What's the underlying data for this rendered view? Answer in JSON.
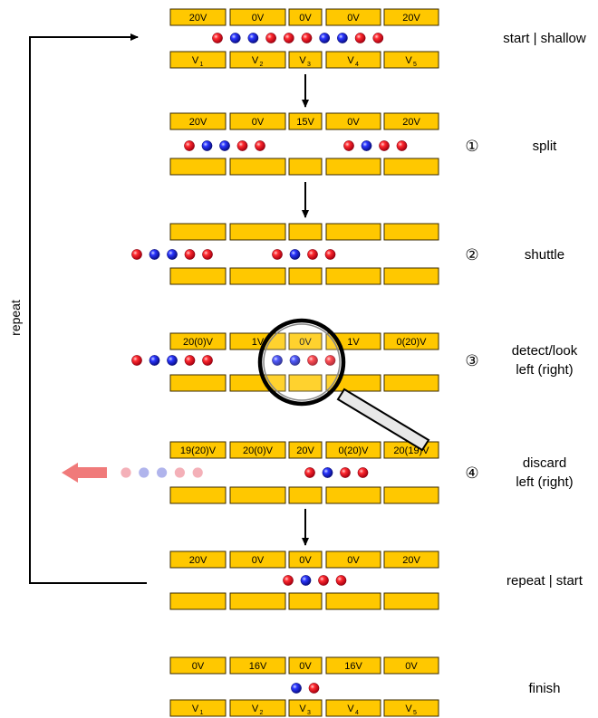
{
  "colors": {
    "electrode_fill": "#ffc800",
    "electrode_stroke": "#3a2a00",
    "ion_red": "#e8001a",
    "ion_blue": "#1a22d0",
    "arrow_faded": "#f07a7a",
    "faded_red": "#f4b0b8",
    "faded_blue": "#b0b4ec"
  },
  "side_label": "repeat",
  "rows": [
    {
      "name": "start",
      "label": "start | shallow",
      "top_labels": [
        "20V",
        "0V",
        "0V",
        "0V",
        "20V"
      ],
      "bottom_labels": [
        {
          "main": "V",
          "sub": "1"
        },
        {
          "main": "V",
          "sub": "2"
        },
        {
          "main": "V",
          "sub": "3"
        },
        {
          "main": "V",
          "sub": "4"
        },
        {
          "main": "V",
          "sub": "5"
        }
      ],
      "ions": [
        "red",
        "blue",
        "blue",
        "red",
        "red",
        "red",
        "blue",
        "blue",
        "red",
        "red"
      ]
    },
    {
      "name": "split",
      "number": "①",
      "label": "split",
      "top_labels": [
        "20V",
        "0V",
        "15V",
        "0V",
        "20V"
      ],
      "ions_left": [
        "red",
        "blue",
        "blue",
        "red",
        "red"
      ],
      "ions_right": [
        "red",
        "blue",
        "red",
        "red"
      ]
    },
    {
      "name": "shuttle",
      "number": "②",
      "label": "shuttle",
      "ions_left": [
        "red",
        "blue",
        "blue",
        "red",
        "red"
      ],
      "ions_right": [
        "red",
        "blue",
        "red",
        "red"
      ]
    },
    {
      "name": "detect",
      "number": "③",
      "label_lines": [
        "detect/look",
        "left (right)"
      ],
      "top_labels": [
        "20(0)V",
        "1V",
        "0V",
        "1V",
        "0(20)V"
      ],
      "ions_left": [
        "red",
        "blue",
        "blue",
        "red",
        "red"
      ],
      "ions_right": [
        "blue",
        "blue",
        "red",
        "red"
      ]
    },
    {
      "name": "discard",
      "number": "④",
      "label_lines": [
        "discard",
        "left (right)"
      ],
      "top_labels": [
        "19(20)V",
        "20(0)V",
        "20V",
        "0(20)V",
        "20(19)V"
      ],
      "ions_faded": [
        "red",
        "blue",
        "blue",
        "red",
        "red"
      ],
      "ions_right": [
        "red",
        "blue",
        "red",
        "red"
      ]
    },
    {
      "name": "repeat",
      "label": "repeat | start",
      "top_labels": [
        "20V",
        "0V",
        "0V",
        "0V",
        "20V"
      ],
      "ions": [
        "red",
        "blue",
        "red",
        "red"
      ]
    },
    {
      "name": "finish",
      "label": "finish",
      "top_labels": [
        "0V",
        "16V",
        "0V",
        "16V",
        "0V"
      ],
      "bottom_labels": [
        {
          "main": "V",
          "sub": "1"
        },
        {
          "main": "V",
          "sub": "2"
        },
        {
          "main": "V",
          "sub": "3"
        },
        {
          "main": "V",
          "sub": "4"
        },
        {
          "main": "V",
          "sub": "5"
        }
      ],
      "ions": [
        "blue",
        "red"
      ]
    }
  ]
}
